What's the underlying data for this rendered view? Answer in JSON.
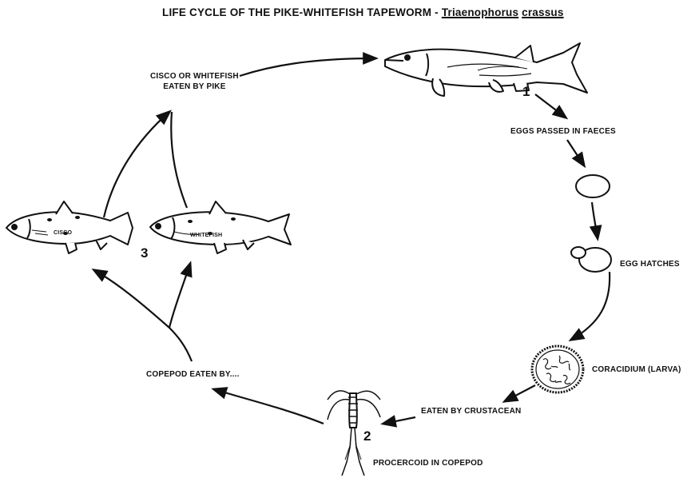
{
  "title": {
    "prefix": "LIFE CYCLE OF THE PIKE-WHITEFISH TAPEWORM",
    "dash": "-",
    "genus": "Triaenophorus",
    "species": "crassus"
  },
  "labels": {
    "cisco_eaten_line1": "CISCO OR WHITEFISH",
    "cisco_eaten_line2": "EATEN BY PIKE",
    "eggs_passed": "EGGS PASSED IN FAECES",
    "egg_hatches": "EGG HATCHES",
    "coracidium": "CORACIDIUM (LARVA)",
    "eaten_by_crustacean": "EATEN BY CRUSTACEAN",
    "procercoid": "PROCERCOID IN COPEPOD",
    "copepod_eaten": "COPEPOD EATEN BY...."
  },
  "fish_labels": {
    "cisco": "CISCO",
    "whitefish": "WHITEFISH"
  },
  "stage_numbers": {
    "pike": "1",
    "copepod": "2",
    "fish": "3"
  }
}
